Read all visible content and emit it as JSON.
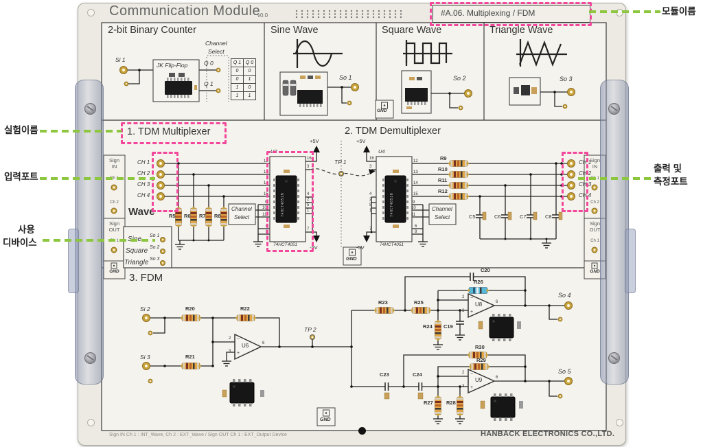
{
  "annotations": {
    "module_name": "모듈이름",
    "experiment_name": "실험이름",
    "input_port": "입력포트",
    "used_device_1": "사용",
    "used_device_2": "디바이스",
    "output_port_1": "출력 및",
    "output_port_2": "측정포트"
  },
  "header": {
    "title": "Communication Module",
    "version": "v0.0",
    "module_code": "#A.06. Multiplexing / FDM"
  },
  "sections": {
    "counter": "2-bit Binary Counter",
    "sine": "Sine Wave",
    "square": "Square Wave",
    "triangle": "Triangle Wave",
    "mux": "1. TDM Multiplexer",
    "demux": "2. TDM Demultiplexer",
    "fdm": "3. FDM"
  },
  "counter": {
    "input": "Si 1",
    "flipflop": "JK Flip-Flop",
    "channel": "Channel",
    "select": "Select",
    "q0": "Q 0",
    "q1": "Q 1",
    "table": {
      "headers": [
        "Q 1",
        "Q 0"
      ],
      "rows": [
        [
          "0",
          "0"
        ],
        [
          "0",
          "1"
        ],
        [
          "1",
          "0"
        ],
        [
          "1",
          "1"
        ]
      ]
    }
  },
  "wave_outputs": {
    "so1": "So 1",
    "so2": "So 2",
    "so3": "So 3",
    "so4": "So 4",
    "so5": "So 5"
  },
  "edge_panel": {
    "sign": "Sign",
    "in_label": "IN",
    "out_label": "OUT",
    "ch1": "Ch 1",
    "ch2": "Ch 2"
  },
  "gnd_label": "GND",
  "wave_box": {
    "title": "Wave",
    "sine": "Sine",
    "square": "Square",
    "triangle": "Triangle"
  },
  "mux": {
    "u": "U3",
    "chip": "74HCT4051",
    "chip_print": "74HCT4051N",
    "channels": [
      "CH 1",
      "CH 2",
      "CH 3",
      "CH 4"
    ],
    "resistors": [
      "R5",
      "R6",
      "R7",
      "R8"
    ],
    "channel": "Channel",
    "select": "Select",
    "vplus": "+5V",
    "vminus": "-5V",
    "tp": "TP 1",
    "pins_left": [
      "12",
      "13",
      "14",
      "15",
      "9",
      "10",
      "11",
      "6",
      "8"
    ],
    "pins_right": [
      "16",
      "3",
      "4",
      "2",
      "5",
      "1",
      "7"
    ]
  },
  "demux": {
    "u": "U4",
    "chip": "74HCT4051",
    "chip_print": "74HCT4051N",
    "channels": [
      "CH 1",
      "CH 2",
      "CH 3",
      "CH 4"
    ],
    "resistors": [
      "R9",
      "R10",
      "R11",
      "R12"
    ],
    "caps": [
      "C5",
      "C6",
      "C7",
      "C8"
    ],
    "channel": "Channel",
    "select": "Select",
    "vplus": "+5V",
    "vminus": "-5V",
    "pins_left": [
      "16",
      "3",
      "4",
      "2",
      "5",
      "1",
      "7"
    ],
    "pins_right": [
      "12",
      "13",
      "14",
      "15",
      "9",
      "10",
      "11",
      "6",
      "8"
    ]
  },
  "fdm": {
    "si2": "Si 2",
    "si3": "Si 3",
    "tp2": "TP 2",
    "u6": "U6",
    "u8": "U8",
    "u9": "U9",
    "r20": "R20",
    "r21": "R21",
    "r22": "R22",
    "r23": "R23",
    "r24": "R24",
    "r25": "R25",
    "r26": "R26",
    "r27": "R27",
    "r28": "R28",
    "r29": "R29",
    "r30": "R30",
    "c19": "C19",
    "c20": "C20",
    "c23": "C23",
    "c24": "C24",
    "pin2": "2",
    "pin3": "3",
    "pin6": "6",
    "minus": "−",
    "plus": "+"
  },
  "footer": {
    "note": "Sign IN Ch 1 : INT_Wave, Ch 2 : EXT_Wave / Sign OUT Ch 1 : EXT_Output Device",
    "company": "HANBACK ELECTRONICS CO.,LTD."
  },
  "colors": {
    "accent_pink": "#F2479B",
    "accent_green": "#8DC63F",
    "board": "#ECEAE2",
    "resistor": "#E3A747",
    "resistor_blue": "#58B8D8"
  }
}
